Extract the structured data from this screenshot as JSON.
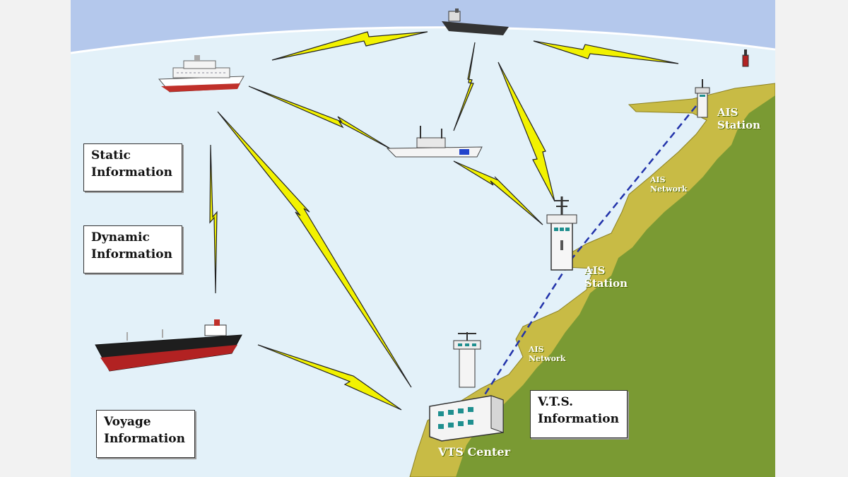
{
  "info_boxes": {
    "static": "Static\nInformation",
    "dynamic": "Dynamic\nInformation",
    "voyage": "Voyage\nInformation",
    "vts": "V.T.S.\nInformation"
  },
  "map_labels": {
    "ais_station_top": "AIS\nStation",
    "ais_station_mid": "AIS\nStation",
    "ais_network_upper": "AIS\nNetwork",
    "ais_network_lower": "AIS\nNetwork",
    "vts_center": "VTS  Center"
  },
  "colors": {
    "sky": "#b4c8ec",
    "sea": "#e3f1f9",
    "land": "#7a9a33",
    "shore": "#c8bb45",
    "lightning": "#f2f200",
    "network_line": "#2233aa"
  }
}
